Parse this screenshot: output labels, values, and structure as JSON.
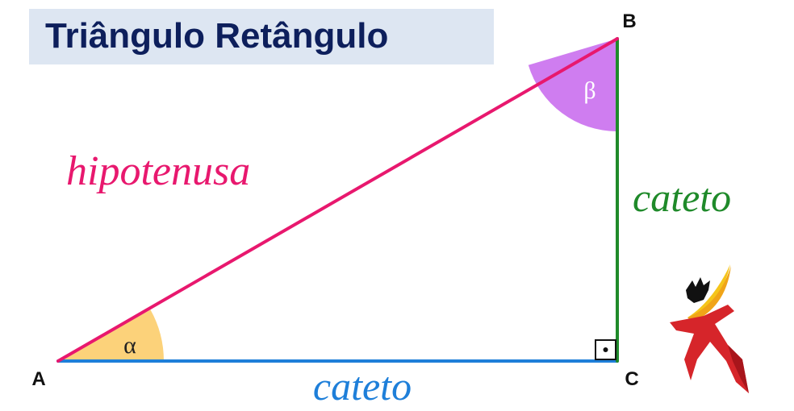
{
  "title": "Triângulo Retângulo",
  "vertices": {
    "a": "A",
    "b": "B",
    "c": "C"
  },
  "angles": {
    "alpha": "α",
    "beta": "β"
  },
  "sides": {
    "hypotenuse": "hipotenusa",
    "vertical_leg": "cateto",
    "horizontal_leg": "cateto"
  },
  "colors": {
    "hypotenuse": "#e8186e",
    "vertical_leg": "#1f8a2a",
    "horizontal_leg": "#1e7fd9",
    "alpha_fill": "#fcd27a",
    "beta_fill": "#cf7df0",
    "title_bg": "#dde6f2",
    "title_text": "#0d1f5c"
  },
  "icons": {
    "right_angle": "right-angle-marker",
    "logo": "running-figure-logo"
  }
}
